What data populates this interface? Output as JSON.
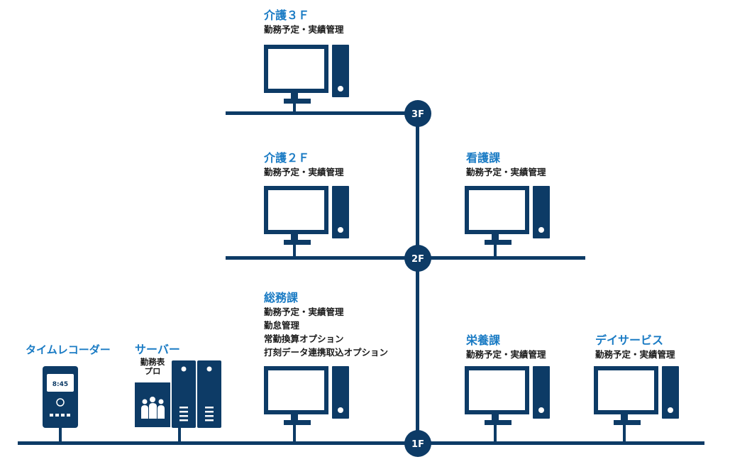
{
  "floors": {
    "f3": "3F",
    "f2": "2F",
    "f1": "1F"
  },
  "stations": {
    "kaigo3f": {
      "title": "介護３Ｆ",
      "lines": [
        "勤務予定・実績管理"
      ]
    },
    "kaigo2f": {
      "title": "介護２Ｆ",
      "lines": [
        "勤務予定・実績管理"
      ]
    },
    "kango": {
      "title": "看護課",
      "lines": [
        "勤務予定・実績管理"
      ]
    },
    "soumu": {
      "title": "総務課",
      "lines": [
        "勤務予定・実績管理",
        "勤怠管理",
        "常勤換算オプション",
        "打刻データ連携取込オプション"
      ]
    },
    "eiyou": {
      "title": "栄養課",
      "lines": [
        "勤務予定・実績管理"
      ]
    },
    "day": {
      "title": "デイサービス",
      "lines": [
        "勤務予定・実績管理"
      ]
    }
  },
  "time_recorder": {
    "title": "タイムレコーダー",
    "time": "8:45"
  },
  "server": {
    "title": "サーバー",
    "product_line1": "勤務表",
    "product_line2": "プロ"
  },
  "colors": {
    "navy": "#0d3b66",
    "blue": "#1a7bc4",
    "text": "#1b1b1b"
  },
  "icons": [
    "monitor-icon",
    "pc-tower-icon",
    "time-recorder-icon",
    "server-rack-icon",
    "people-icon",
    "floor-node-icon"
  ]
}
